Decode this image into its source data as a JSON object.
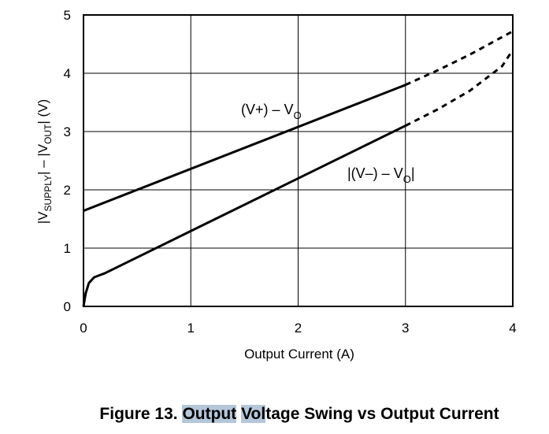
{
  "chart_data": {
    "type": "line",
    "xlabel": "Output Current (A)",
    "ylabel": "|VSUPPLY| – |VOUT| (V)",
    "ylabel_parts": {
      "open": "|V",
      "sub1": "SUPPLY",
      "mid": "| – |V",
      "sub2": "OUT",
      "close": "| (V)"
    },
    "xlim": [
      0,
      4
    ],
    "ylim": [
      0,
      5
    ],
    "x_ticks": [
      "0",
      "1",
      "2",
      "3",
      "4"
    ],
    "y_ticks": [
      "0",
      "1",
      "2",
      "3",
      "4",
      "5"
    ],
    "grid": true,
    "series": [
      {
        "name": "(V+) – VO",
        "label_parts": {
          "main": "(V+) – V",
          "sub": "O"
        },
        "solid": [
          [
            0,
            1.64
          ],
          [
            3.0,
            3.8
          ]
        ],
        "dashed": [
          [
            3.0,
            3.8
          ],
          [
            3.3,
            4.05
          ],
          [
            3.6,
            4.32
          ],
          [
            4.0,
            4.72
          ]
        ]
      },
      {
        "name": "|(V–) – VO|",
        "label_parts": {
          "main": "|(V–) – V",
          "sub": "O",
          "close": "|"
        },
        "solid": [
          [
            0,
            0.0
          ],
          [
            0.02,
            0.22
          ],
          [
            0.05,
            0.4
          ],
          [
            0.1,
            0.5
          ],
          [
            0.2,
            0.57
          ],
          [
            3.0,
            3.1
          ]
        ],
        "dashed": [
          [
            3.0,
            3.1
          ],
          [
            3.3,
            3.38
          ],
          [
            3.6,
            3.7
          ],
          [
            3.9,
            4.12
          ],
          [
            4.0,
            4.4
          ]
        ]
      }
    ]
  },
  "caption": {
    "prefix": "Figure 13. ",
    "highlight1": "Output",
    "gap": " ",
    "highlight2": "Vol",
    "rest": "tage Swing vs Output Current"
  }
}
